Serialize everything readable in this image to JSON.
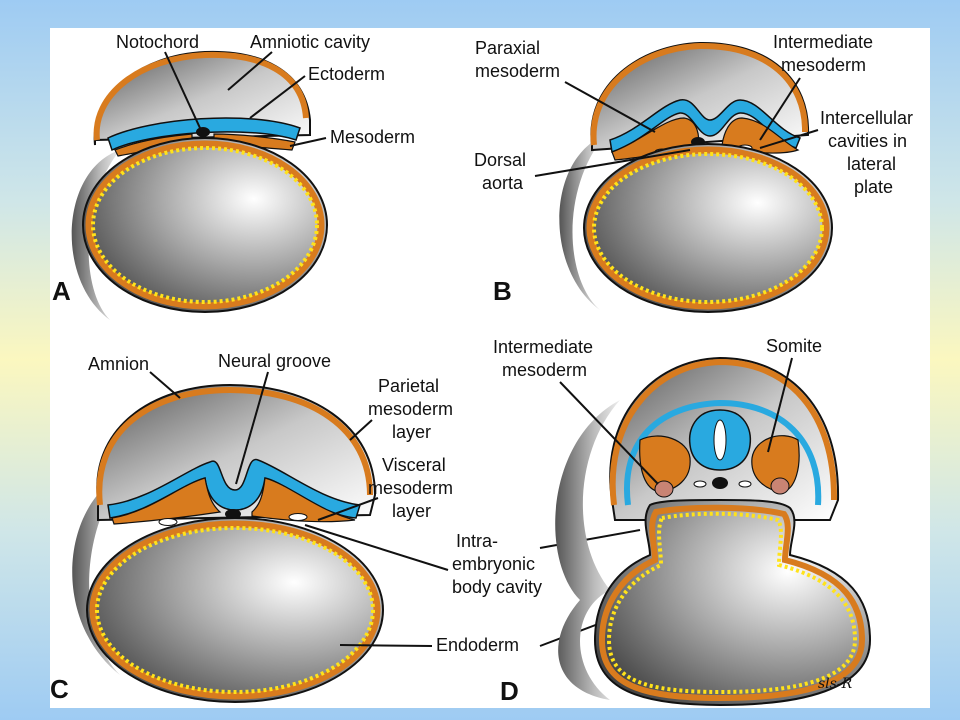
{
  "figure": {
    "panels": {
      "a": {
        "letter": "A",
        "labels": {
          "notochord": "Notochord",
          "amniotic_cavity": "Amniotic cavity",
          "ectoderm": "Ectoderm",
          "mesoderm": "Mesoderm"
        }
      },
      "b": {
        "letter": "B",
        "labels": {
          "paraxial_1": "Paraxial",
          "paraxial_2": "mesoderm",
          "intermediate_1": "Intermediate",
          "intermediate_2": "mesoderm",
          "intercellular_1": "Intercellular",
          "intercellular_2": "cavities in",
          "intercellular_3": "lateral",
          "intercellular_4": "plate",
          "dorsal_1": "Dorsal",
          "dorsal_2": "aorta"
        }
      },
      "c": {
        "letter": "C",
        "labels": {
          "amnion": "Amnion",
          "neural_groove": "Neural groove",
          "parietal_1": "Parietal",
          "parietal_2": "mesoderm",
          "parietal_3": "layer",
          "visceral_1": "Visceral",
          "visceral_2": "mesoderm",
          "visceral_3": "layer",
          "intra_1": "Intra-",
          "intra_2": "embryonic",
          "intra_3": "body cavity",
          "endoderm": "Endoderm"
        }
      },
      "d": {
        "letter": "D",
        "labels": {
          "intermediate_1": "Intermediate",
          "intermediate_2": "mesoderm",
          "somite": "Somite"
        },
        "signature": "sls-R"
      }
    },
    "colors": {
      "ectoderm": "#29a9e0",
      "mesoderm": "#d87b1e",
      "endoderm_dots": "#ffe31a",
      "cavity_grey": "#8a8a8a",
      "outline": "#111111"
    }
  }
}
